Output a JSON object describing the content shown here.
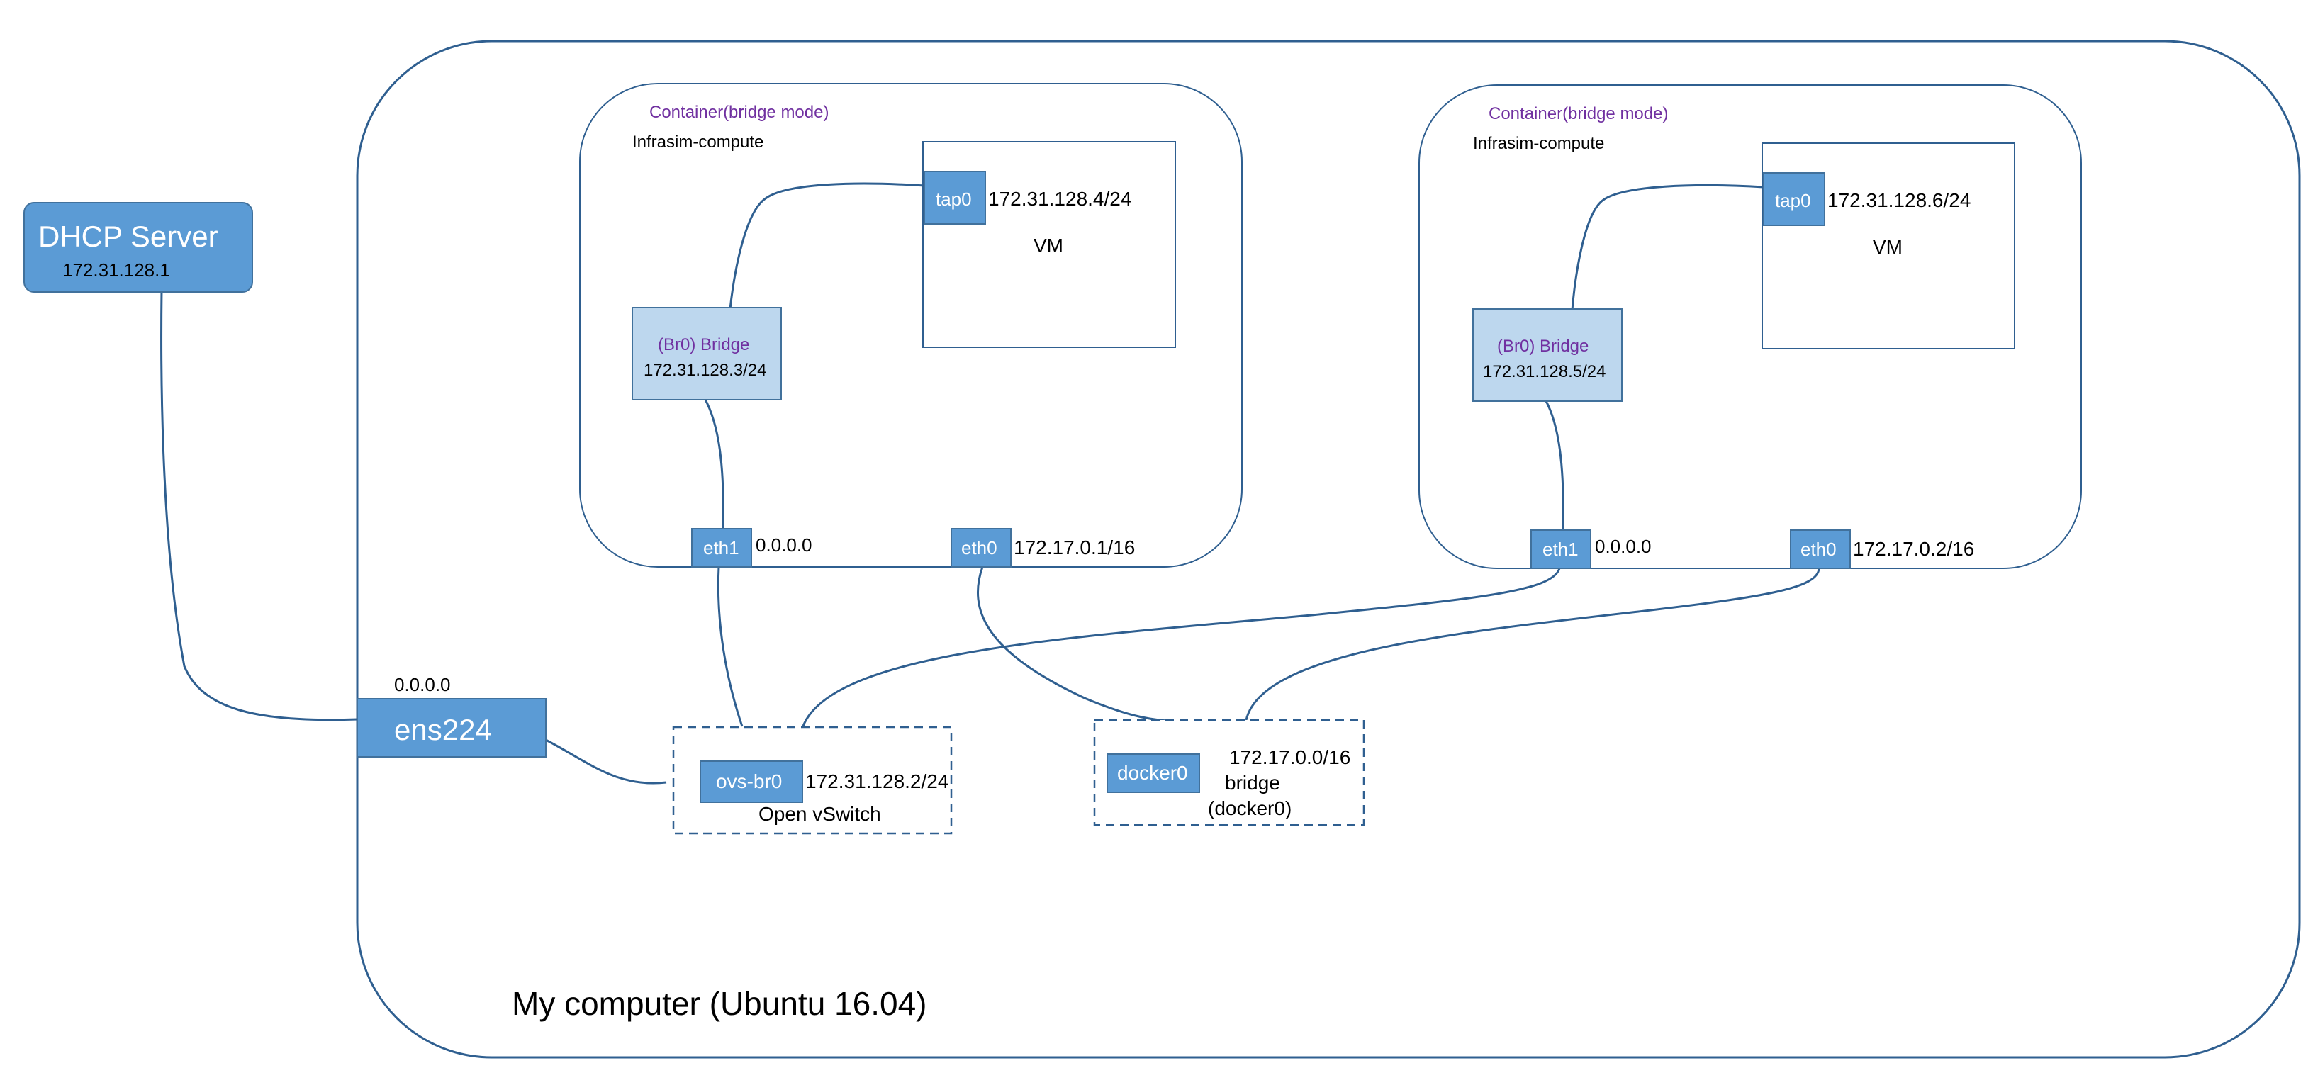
{
  "host": {
    "title": "My computer (Ubuntu 16.04)",
    "nic": {
      "label": "ens224",
      "ip": "0.0.0.0"
    }
  },
  "dhcp": {
    "title": "DHCP Server",
    "ip": "172.31.128.1"
  },
  "containers": [
    {
      "mode_prefix": "Container",
      "mode_suffix": "(bridge mode)",
      "name": "Infrasim-compute",
      "tap": {
        "label": "tap0",
        "ip": "172.31.128.4/24"
      },
      "vm_label": "VM",
      "bridge": {
        "prefix": "(Br0) Bridge",
        "ip": "172.31.128.3/24"
      },
      "eth1": {
        "label": "eth1",
        "ip": "0.0.0.0"
      },
      "eth0": {
        "label": "eth0",
        "ip": "172.17.0.1/16"
      }
    },
    {
      "mode_prefix": "Container",
      "mode_suffix": "(bridge mode)",
      "name": "Infrasim-compute",
      "tap": {
        "label": "tap0",
        "ip": "172.31.128.6/24"
      },
      "vm_label": "VM",
      "bridge": {
        "prefix": "(Br0) Bridge",
        "ip": "172.31.128.5/24"
      },
      "eth1": {
        "label": "eth1",
        "ip": "0.0.0.0"
      },
      "eth0": {
        "label": "eth0",
        "ip": "172.17.0.2/16"
      }
    }
  ],
  "ovs": {
    "port_label": "ovs-br0",
    "ip": "172.31.128.2/24",
    "title": "Open vSwitch"
  },
  "docker": {
    "port_label": "docker0",
    "ip": "172.17.0.0/16",
    "line1": "bridge",
    "line2": "(docker0)"
  },
  "colors": {
    "node_fill": "#5b9bd5",
    "bridge_fill": "#bdd7ee",
    "outline": "#2f5f90",
    "accent_text": "#7030a0"
  }
}
